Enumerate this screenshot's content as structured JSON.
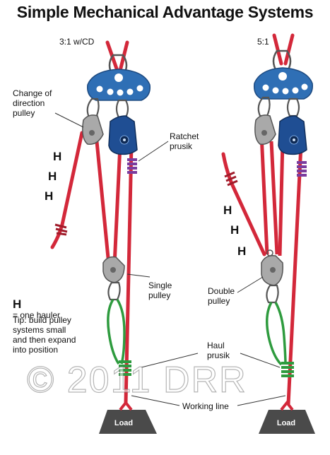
{
  "title": "Simple Mechanical Advantage Systems",
  "systems": [
    {
      "label": "3:1 w/CD",
      "load_label": "Load"
    },
    {
      "label": "5:1",
      "load_label": "Load"
    }
  ],
  "labels": {
    "change_of_direction": "Change of\ndirection\npulley",
    "ratchet_prusik": "Ratchet\nprusik",
    "single_pulley": "Single\npulley",
    "double_pulley": "Double\npulley",
    "haul_prusik": "Haul\nprusik",
    "working_line": "Working line"
  },
  "hauler_symbol": "H",
  "legend": {
    "symbol": "H",
    "text": "= one hauler"
  },
  "tip": "Tip: build pulley\nsystems small\nand then expand\ninto position",
  "watermark": "© 2011 DRR",
  "colors": {
    "rope": "#d3283a",
    "anchor_plate": "#2f6fb5",
    "ratchet_pulley": "#1f4e93",
    "pulley_gray": "#a9a9a9",
    "prusik_green": "#2e9b3e",
    "prusik_purple": "#7a3c9e",
    "load": "#4a4a4a"
  }
}
